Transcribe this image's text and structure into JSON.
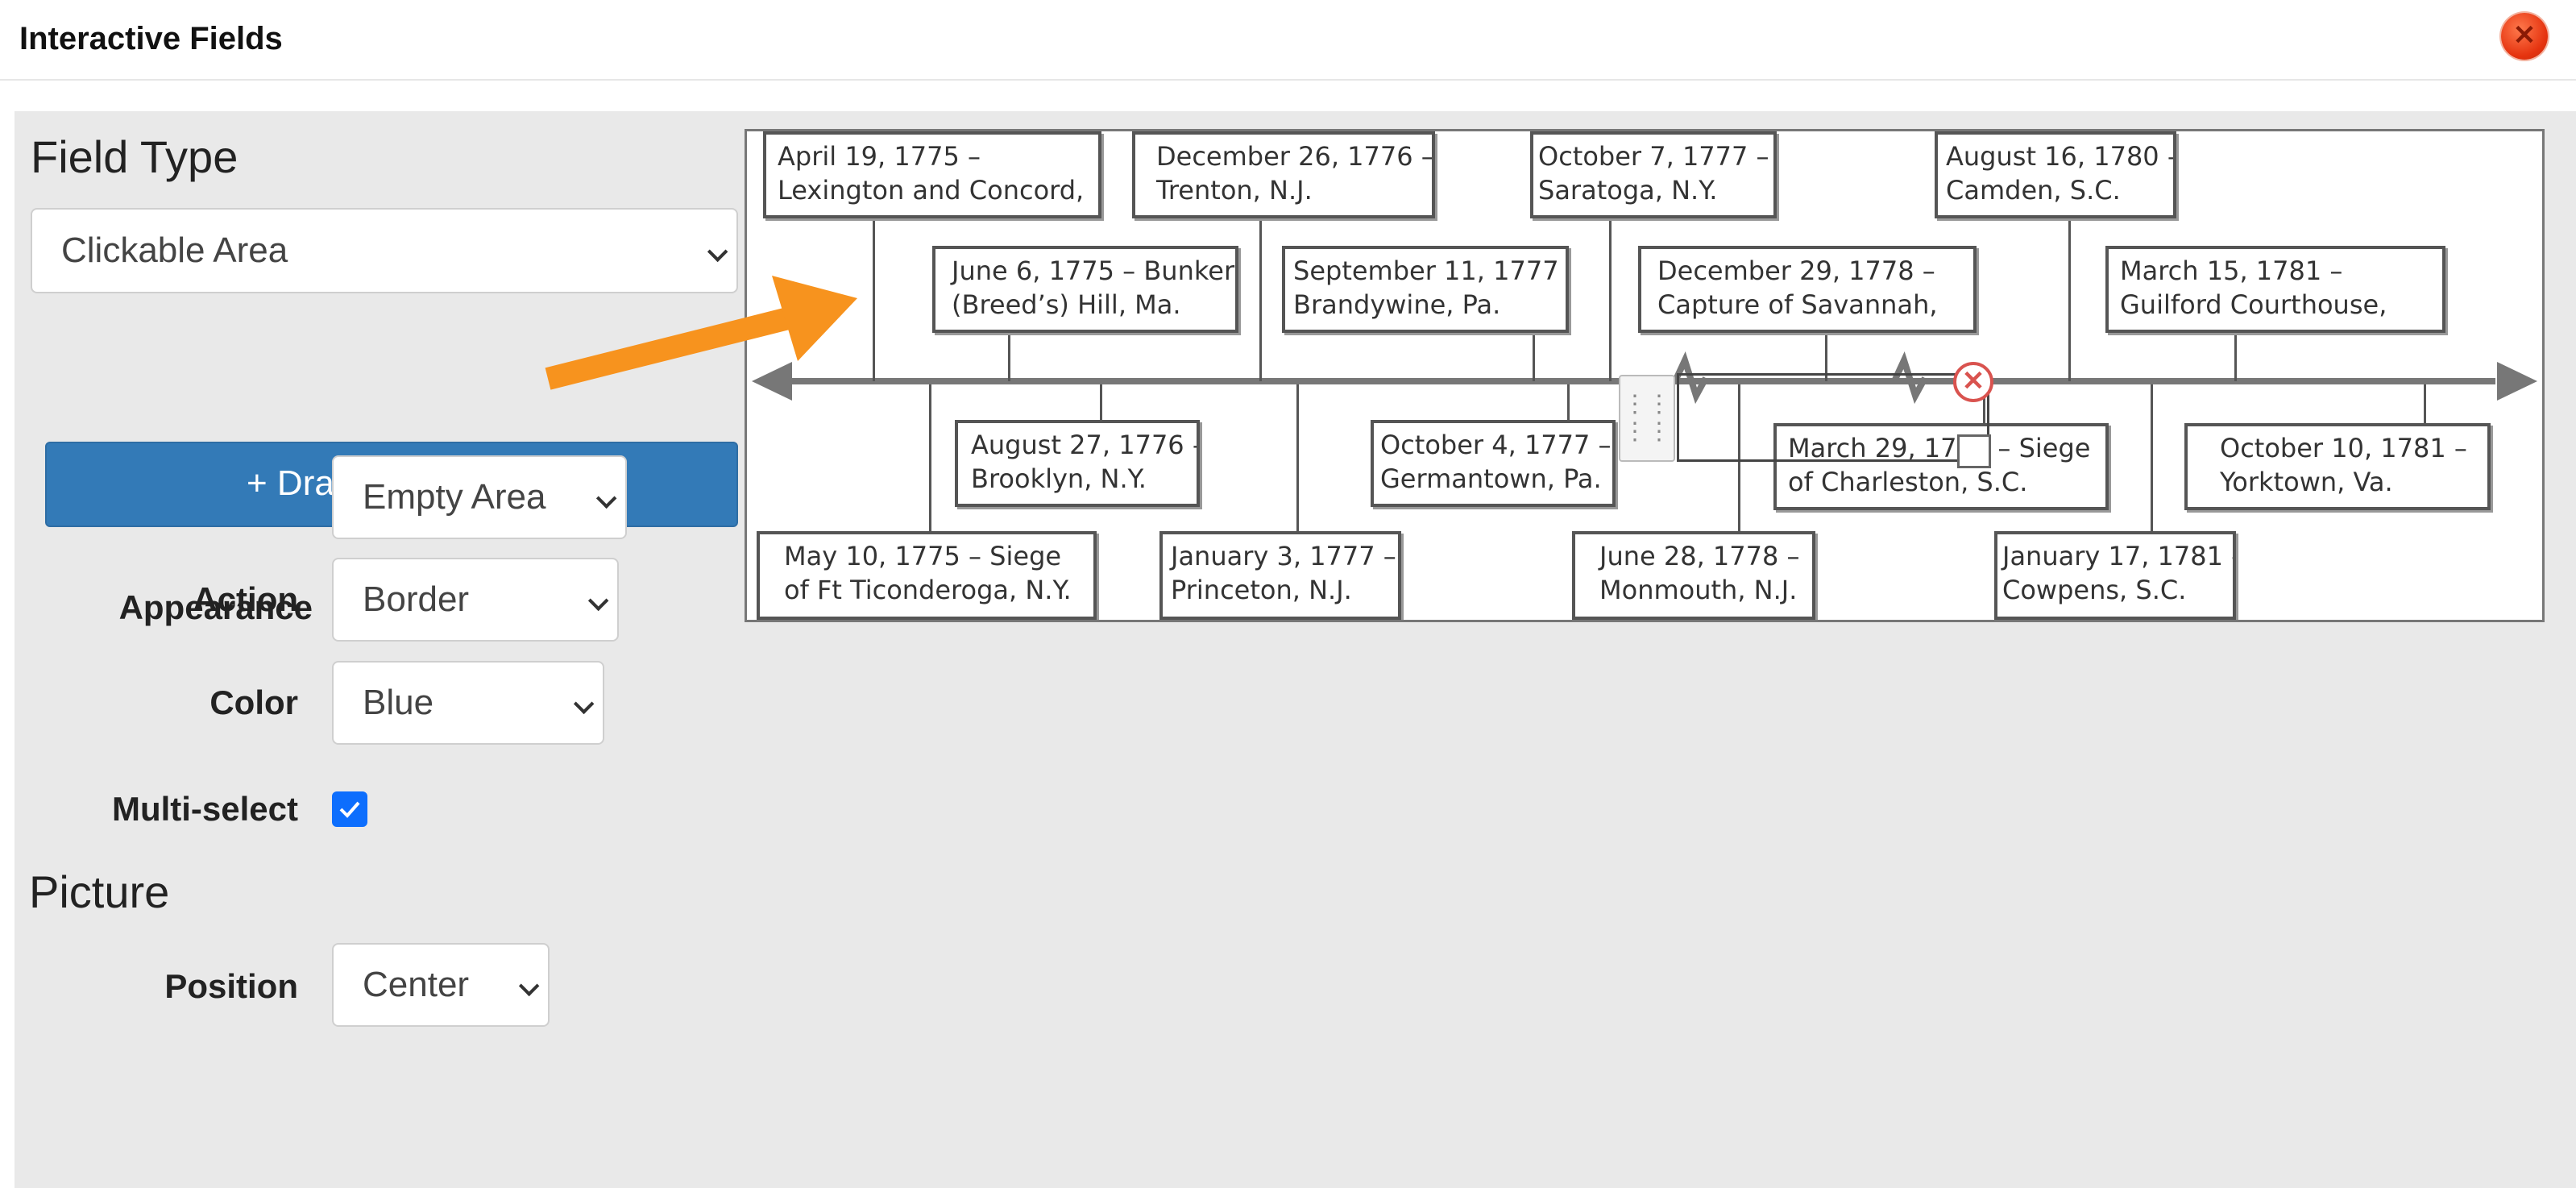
{
  "window": {
    "title": "Interactive Fields",
    "close_icon": "close-icon"
  },
  "sidebar": {
    "field_type_heading": "Field Type",
    "field_type_value": "Clickable Area",
    "drag_button_label": "+ Drag To Position",
    "appearance_label": "Appearance",
    "appearance_value": "Empty Area",
    "action_label": "Action",
    "action_value": "Border",
    "color_label": "Color",
    "color_value": "Blue",
    "multiselect_label": "Multi-select",
    "multiselect_checked": true,
    "picture_heading": "Picture",
    "position_label": "Position",
    "position_value": "Center"
  },
  "timeline": {
    "top_row": [
      {
        "l1": "April 19, 1775 –",
        "l2": "Lexington and Concord,"
      },
      {
        "l1": "December 26, 1776 –",
        "l2": "Trenton, N.J."
      },
      {
        "l1": "October 7, 1777 –",
        "l2": "Saratoga, N.Y."
      },
      {
        "l1": "August 16, 1780 –",
        "l2": "Camden, S.C."
      }
    ],
    "upper_row": [
      {
        "l1": "June 6, 1775 – Bunker",
        "l2": "(Breed’s) Hill, Ma."
      },
      {
        "l1": "September 11, 1777 –",
        "l2": "Brandywine, Pa."
      },
      {
        "l1": "December 29, 1778 –",
        "l2": "Capture of Savannah,"
      },
      {
        "l1": "March 15, 1781 –",
        "l2": "Guilford Courthouse,"
      }
    ],
    "lower_row": [
      {
        "l1": "August 27, 1776 –",
        "l2": "Brooklyn, N.Y."
      },
      {
        "l1": "October 4, 1777 –",
        "l2": "Germantown, Pa."
      },
      {
        "l1": "March 29, 1780 – Siege",
        "l2": "of Charleston, S.C."
      },
      {
        "l1": "October 10, 1781 –",
        "l2": "Yorktown, Va."
      }
    ],
    "bottom_row": [
      {
        "l1": "May 10, 1775 – Siege",
        "l2": "of Ft Ticonderoga, N.Y."
      },
      {
        "l1": "January 3, 1777 –",
        "l2": "Princeton, N.J."
      },
      {
        "l1": "June 28, 1778 –",
        "l2": "Monmouth, N.J."
      },
      {
        "l1": "January 17, 1781 –",
        "l2": "Cowpens, S.C."
      }
    ]
  },
  "colors": {
    "primary_button": "#337ab7",
    "annotation_arrow": "#f7931e",
    "close_button": "#e5330f",
    "checkbox": "#0d6efd"
  }
}
